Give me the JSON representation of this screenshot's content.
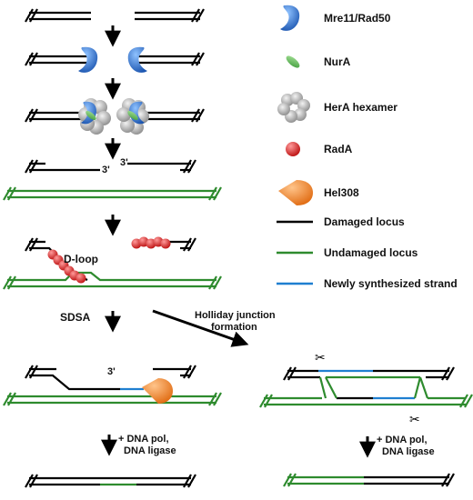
{
  "legend": {
    "mre11_rad50": "Mre11/Rad50",
    "nura": "NurA",
    "hera": "HerA hexamer",
    "rada": "RadA",
    "hel308": "Hel308",
    "damaged": "Damaged locus",
    "undamaged": "Undamaged locus",
    "new_strand": "Newly synthesized strand"
  },
  "labels": {
    "three_prime": "3'",
    "dloop": "D-loop",
    "sdsa": "SDSA",
    "hj_line1": "Holliday junction",
    "hj_line2": "formation",
    "pol_line1": "+ DNA pol,",
    "pol_line2": "DNA ligase"
  },
  "colors": {
    "damaged": "#000000",
    "undamaged": "#2e8b2e",
    "new_strand": "#1f7fd0",
    "mre11": "#2f7ad6",
    "nura": "#6fbf5f",
    "rada": "#e03030",
    "hel308": "#f08a30",
    "hera": "#b5b5b5"
  }
}
